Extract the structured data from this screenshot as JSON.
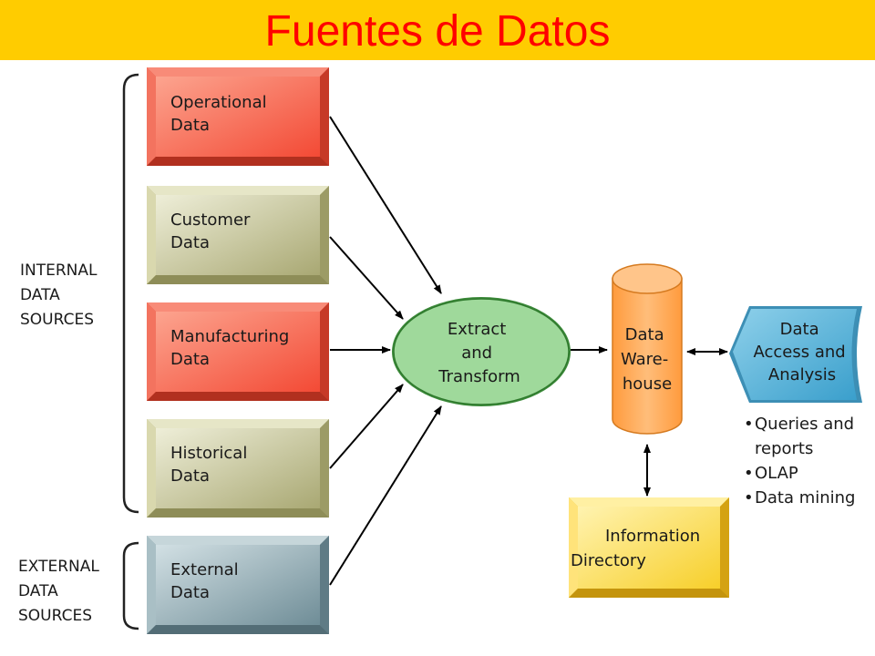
{
  "title": "Fuentes de Datos",
  "groups": {
    "internal": [
      "INTERNAL",
      "DATA",
      "SOURCES"
    ],
    "external": [
      "EXTERNAL",
      "DATA",
      "SOURCES"
    ]
  },
  "sources": [
    {
      "lines": [
        "Operational",
        "Data"
      ],
      "color": "#f0604a"
    },
    {
      "lines": [
        "Customer",
        "Data"
      ],
      "color": "#c9c89a"
    },
    {
      "lines": [
        "Manufacturing",
        "Data"
      ],
      "color": "#f0604a"
    },
    {
      "lines": [
        "Historical",
        "Data"
      ],
      "color": "#c9c89a"
    },
    {
      "lines": [
        "External",
        "Data"
      ],
      "color": "#8fa9b2"
    }
  ],
  "process": {
    "lines": [
      "Extract",
      "and",
      "Transform"
    ],
    "color": "#9ed89a"
  },
  "warehouse": {
    "lines": [
      "Data",
      "Ware-",
      "house"
    ],
    "color": "#ffad5a"
  },
  "access": {
    "lines": [
      "Data",
      "Access and",
      "Analysis"
    ],
    "color": "#5bb4d6"
  },
  "directory": {
    "lines": [
      "Information",
      "Directory"
    ],
    "color": "#ffe066"
  },
  "access_bullets": [
    [
      "Queries and",
      "reports"
    ],
    [
      "OLAP"
    ],
    [
      "Data mining"
    ]
  ]
}
